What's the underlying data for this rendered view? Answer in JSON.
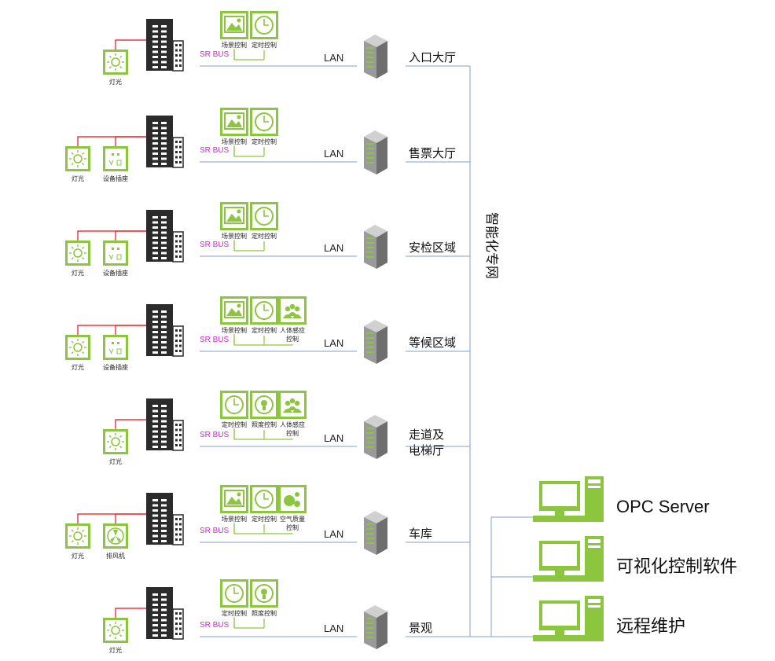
{
  "network_label": "智能化专网",
  "lan_label": "LAN",
  "bus_label": "SR BUS",
  "zones": [
    {
      "area": [
        "入口大厅"
      ],
      "devices": [
        "灯光"
      ],
      "controls": [
        {
          "icon": "scene-icon",
          "label": [
            "场景控制"
          ]
        },
        {
          "icon": "timer-icon",
          "label": [
            "定时控制"
          ]
        }
      ]
    },
    {
      "area": [
        "售票大厅"
      ],
      "devices": [
        "灯光",
        "设备插座"
      ],
      "controls": [
        {
          "icon": "scene-icon",
          "label": [
            "场景控制"
          ]
        },
        {
          "icon": "timer-icon",
          "label": [
            "定时控制"
          ]
        }
      ]
    },
    {
      "area": [
        "安检区域"
      ],
      "devices": [
        "灯光",
        "设备插座"
      ],
      "controls": [
        {
          "icon": "scene-icon",
          "label": [
            "场景控制"
          ]
        },
        {
          "icon": "timer-icon",
          "label": [
            "定时控制"
          ]
        }
      ]
    },
    {
      "area": [
        "等候区域"
      ],
      "devices": [
        "灯光",
        "设备插座"
      ],
      "controls": [
        {
          "icon": "scene-icon",
          "label": [
            "场景控制"
          ]
        },
        {
          "icon": "timer-icon",
          "label": [
            "定时控制"
          ]
        },
        {
          "icon": "people-icon",
          "label": [
            "人体感应",
            "控制"
          ]
        }
      ]
    },
    {
      "area": [
        "走道及",
        "电梯厅"
      ],
      "devices": [
        "灯光"
      ],
      "controls": [
        {
          "icon": "timer-icon",
          "label": [
            "定时控制"
          ]
        },
        {
          "icon": "illuminance-icon",
          "label": [
            "照度控制"
          ]
        },
        {
          "icon": "people-icon",
          "label": [
            "人体感应",
            "控制"
          ]
        }
      ]
    },
    {
      "area": [
        "车库"
      ],
      "devices": [
        "灯光",
        "排风机"
      ],
      "controls": [
        {
          "icon": "scene-icon",
          "label": [
            "场景控制"
          ]
        },
        {
          "icon": "timer-icon",
          "label": [
            "定时控制"
          ]
        },
        {
          "icon": "air-quality-icon",
          "label": [
            "空气质量",
            "控制"
          ]
        }
      ]
    },
    {
      "area": [
        "景观"
      ],
      "devices": [
        "灯光"
      ],
      "controls": [
        {
          "icon": "timer-icon",
          "label": [
            "定时控制"
          ]
        },
        {
          "icon": "illuminance-icon",
          "label": [
            "照度控制"
          ]
        }
      ]
    }
  ],
  "workstations": [
    {
      "label": "OPC Server"
    },
    {
      "label": "可视化控制软件"
    },
    {
      "label": "远程维护"
    }
  ],
  "colors": {
    "green": "#8cc63f",
    "red": "#e8131b",
    "line": "#7f9fd0",
    "bus": "#e020d8",
    "building": "#2b2b2b"
  }
}
